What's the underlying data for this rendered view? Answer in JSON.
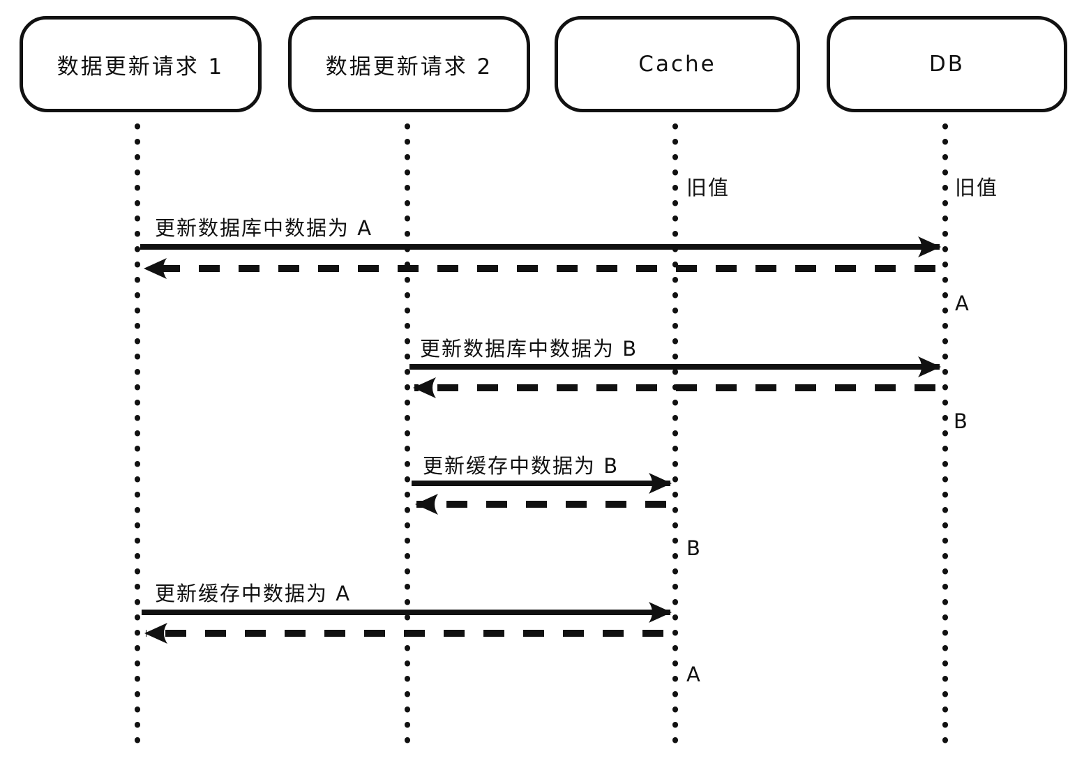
{
  "diagram": {
    "type": "sequence-diagram",
    "actors": [
      {
        "name": "数据更新请求 1"
      },
      {
        "name": "数据更新请求 2"
      },
      {
        "name": "Cache"
      },
      {
        "name": "DB"
      }
    ],
    "messages": [
      {
        "label": "更新数据库中数据为 A",
        "from": "数据更新请求 1",
        "to": "DB",
        "style": "solid",
        "reply_style": "dashed"
      },
      {
        "label": "更新数据库中数据为 B",
        "from": "数据更新请求 2",
        "to": "DB",
        "style": "solid",
        "reply_style": "dashed"
      },
      {
        "label": "更新缓存中数据为 B",
        "from": "数据更新请求 2",
        "to": "Cache",
        "style": "solid",
        "reply_style": "dashed"
      },
      {
        "label": "更新缓存中数据为 A",
        "from": "数据更新请求 1",
        "to": "Cache",
        "style": "solid",
        "reply_style": "dashed"
      }
    ],
    "state_annotations": [
      {
        "lifeline": "Cache",
        "label": "旧值"
      },
      {
        "lifeline": "DB",
        "label": "旧值"
      },
      {
        "lifeline": "DB",
        "label": "A"
      },
      {
        "lifeline": "DB",
        "label": "B"
      },
      {
        "lifeline": "Cache",
        "label": "B"
      },
      {
        "lifeline": "Cache",
        "label": "A"
      }
    ],
    "colors": {
      "ink": "#111111",
      "background": "#ffffff"
    }
  }
}
